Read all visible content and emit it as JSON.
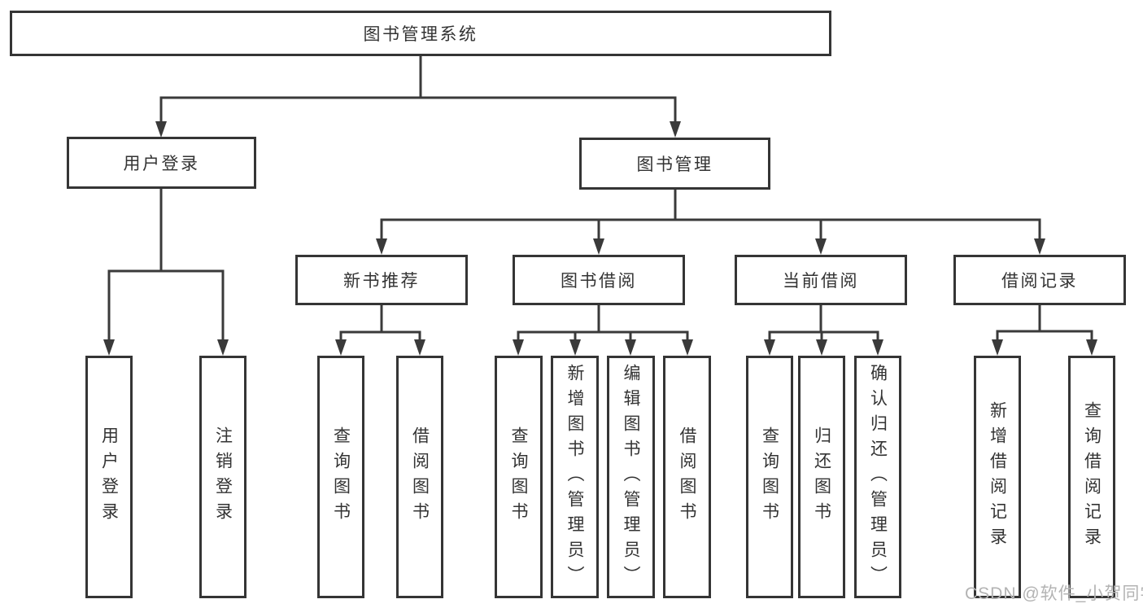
{
  "colors": {
    "background": "#ffffff",
    "box_border": "#353535",
    "connector_line": "#3a3a3a",
    "text": "#333333",
    "watermark": "#b3b3b3"
  },
  "tree": {
    "root": {
      "label": "图书管理系统"
    },
    "level2": [
      {
        "label": "用户登录"
      },
      {
        "label": "图书管理"
      }
    ],
    "level3": [
      {
        "label": "新书推荐"
      },
      {
        "label": "图书借阅"
      },
      {
        "label": "当前借阅"
      },
      {
        "label": "借阅记录"
      }
    ],
    "leaves": {
      "user_login": [
        "用户登录",
        "注销登录"
      ],
      "new_book": [
        "查询图书",
        "借阅图书"
      ],
      "borrow": [
        "查询图书",
        "新增图书（管理员）",
        "编辑图书（管理员）",
        "借阅图书"
      ],
      "current": [
        "查询图书",
        "归还图书",
        "确认归还（管理员）"
      ],
      "records": [
        "新增借阅记录",
        "查询借阅记录"
      ]
    }
  },
  "watermark": {
    "text": "CSDN @软件_小贺同学"
  }
}
